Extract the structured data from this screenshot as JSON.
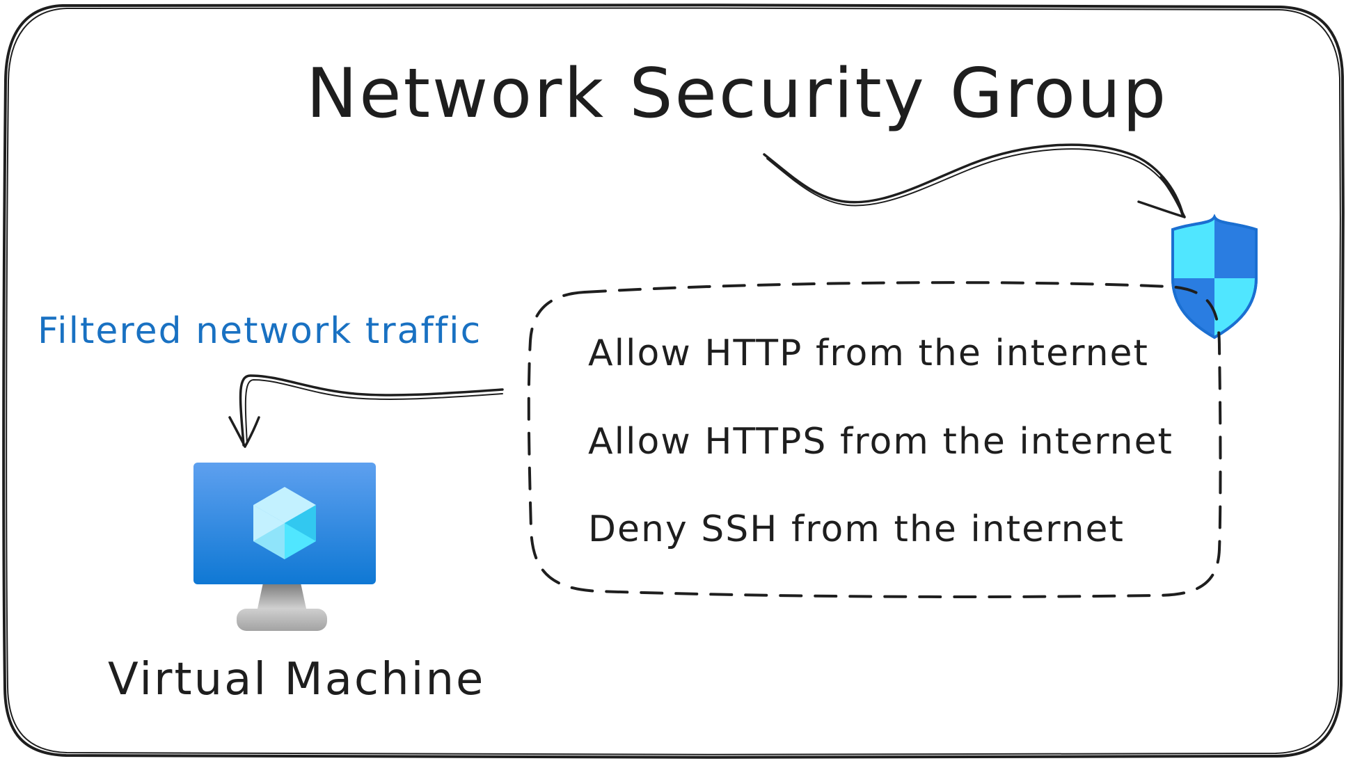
{
  "diagram": {
    "title": "Network Security Group",
    "annotation": "Filtered network traffic",
    "rules": [
      "Allow HTTP from the internet",
      "Allow HTTPS from the internet",
      "Deny SSH from the internet"
    ],
    "vm_label": "Virtual Machine"
  },
  "colors": {
    "ink": "#1e1e1e",
    "annotation_blue": "#1971c2",
    "shield_light": "#50e6ff",
    "shield_dark": "#2a7de1",
    "monitor_top": "#5ea0ef",
    "monitor_bottom": "#0f78d4",
    "cube_light": "#c3f1ff",
    "cube_mid": "#50e6ff",
    "stand_gray": "#a3a3a3"
  },
  "icons": {
    "shield": "nsg-shield-icon",
    "vm": "virtual-machine-icon"
  }
}
